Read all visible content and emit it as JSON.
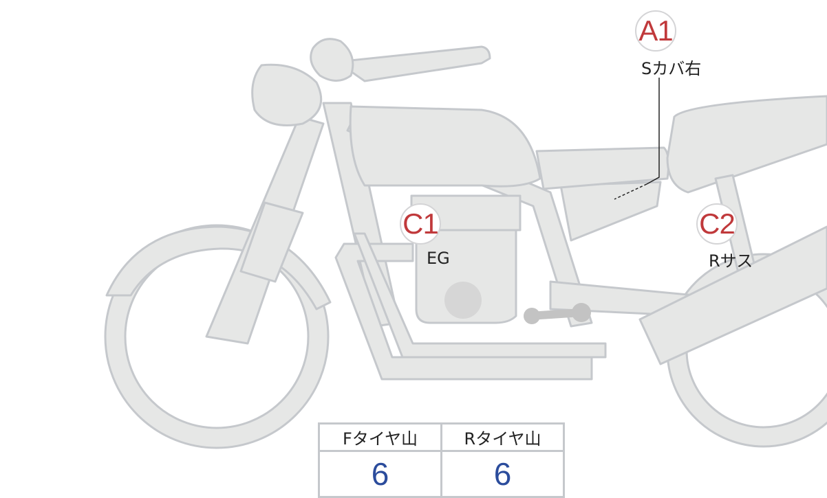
{
  "markers": [
    {
      "id": "A1",
      "label": "Sカバ右"
    },
    {
      "id": "C1",
      "label": "EG"
    },
    {
      "id": "C2",
      "label": "Rサス"
    }
  ],
  "tread_table": {
    "headers": [
      "Fタイヤ山",
      "Rタイヤ山"
    ],
    "values": [
      "6",
      "6"
    ]
  },
  "colors": {
    "marker_text": "#c0393b",
    "value_text": "#2b4c9c",
    "body_fill": "#e6e7e6",
    "outline": "#c5c8cc"
  }
}
